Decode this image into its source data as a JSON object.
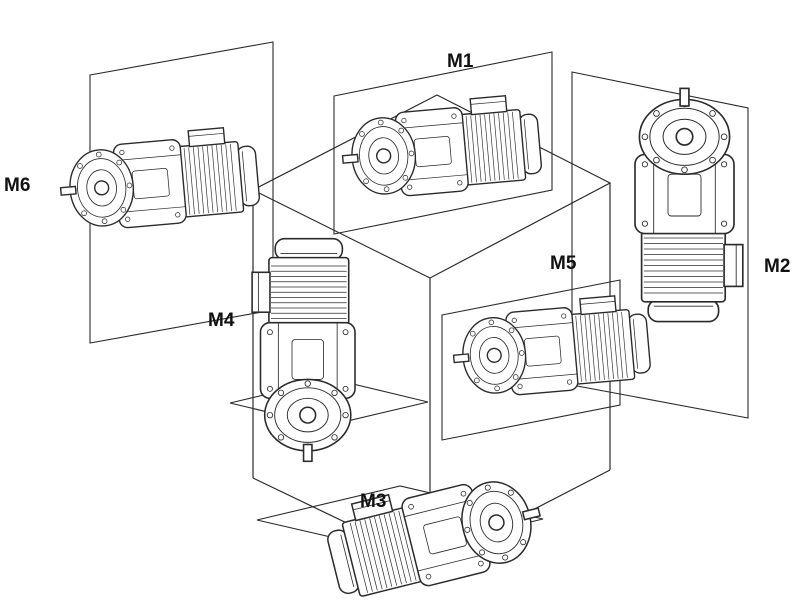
{
  "diagram": {
    "labels": [
      {
        "id": "m1",
        "text": "M1"
      },
      {
        "id": "m2",
        "text": "M2"
      },
      {
        "id": "m3",
        "text": "M3"
      },
      {
        "id": "m4",
        "text": "M4"
      },
      {
        "id": "m5",
        "text": "M5"
      },
      {
        "id": "m6",
        "text": "M6"
      }
    ],
    "colors": {
      "line": "#2b2b2b",
      "background": "#ffffff",
      "label": "#111111"
    }
  }
}
